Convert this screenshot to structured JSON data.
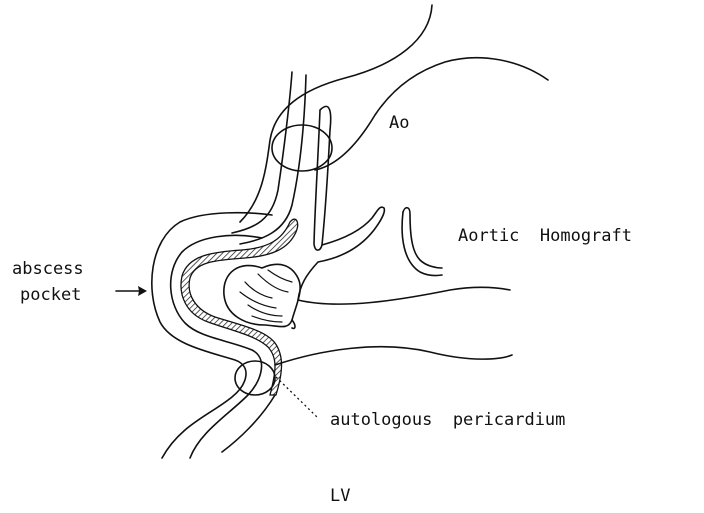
{
  "labels": {
    "ao": "Ao",
    "aortic_homograft": "Aortic  Homograft",
    "abscess_line1": "abscess",
    "abscess_line2": "pocket",
    "autologous_pericardium": "autologous  pericardium",
    "lv": "LV"
  },
  "colors": {
    "ink": "#111111",
    "background": "#ffffff"
  }
}
